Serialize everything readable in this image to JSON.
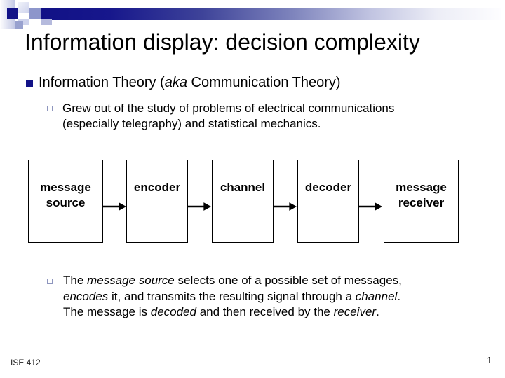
{
  "colors": {
    "accent_navy": "#121287",
    "slate_square": "#8d96cb",
    "sub_bullet_outline": "#8e96be",
    "box_border": "#000000",
    "text": "#000000",
    "background": "#ffffff"
  },
  "slide": {
    "title": "Information display: decision complexity",
    "footer_left": "ISE 412",
    "page_number": "1"
  },
  "content": {
    "bullet1": {
      "s1": "Information Theory (",
      "s2": "aka",
      "s3": " Communication Theory)"
    },
    "sub1": {
      "line1": "Grew out of the study of problems of electrical communications",
      "line2": "(especially telegraphy) and statistical mechanics."
    },
    "sub2": {
      "l1s1": "The ",
      "l1s2": "message source",
      "l1s3": " selects one of a possible set of messages,",
      "l2s1": "encodes",
      "l2s2": " it, and transmits the resulting signal through a ",
      "l2s3": "channel",
      "l2s4": ".",
      "l3s1": "The message is ",
      "l3s2": "decoded",
      "l3s3": " and then received by the ",
      "l3s4": "receiver",
      "l3s5": "."
    }
  },
  "diagram": {
    "boxes": [
      {
        "label": "message source"
      },
      {
        "label": "encoder"
      },
      {
        "label": "channel"
      },
      {
        "label": "decoder"
      },
      {
        "label": "message receiver"
      }
    ]
  }
}
